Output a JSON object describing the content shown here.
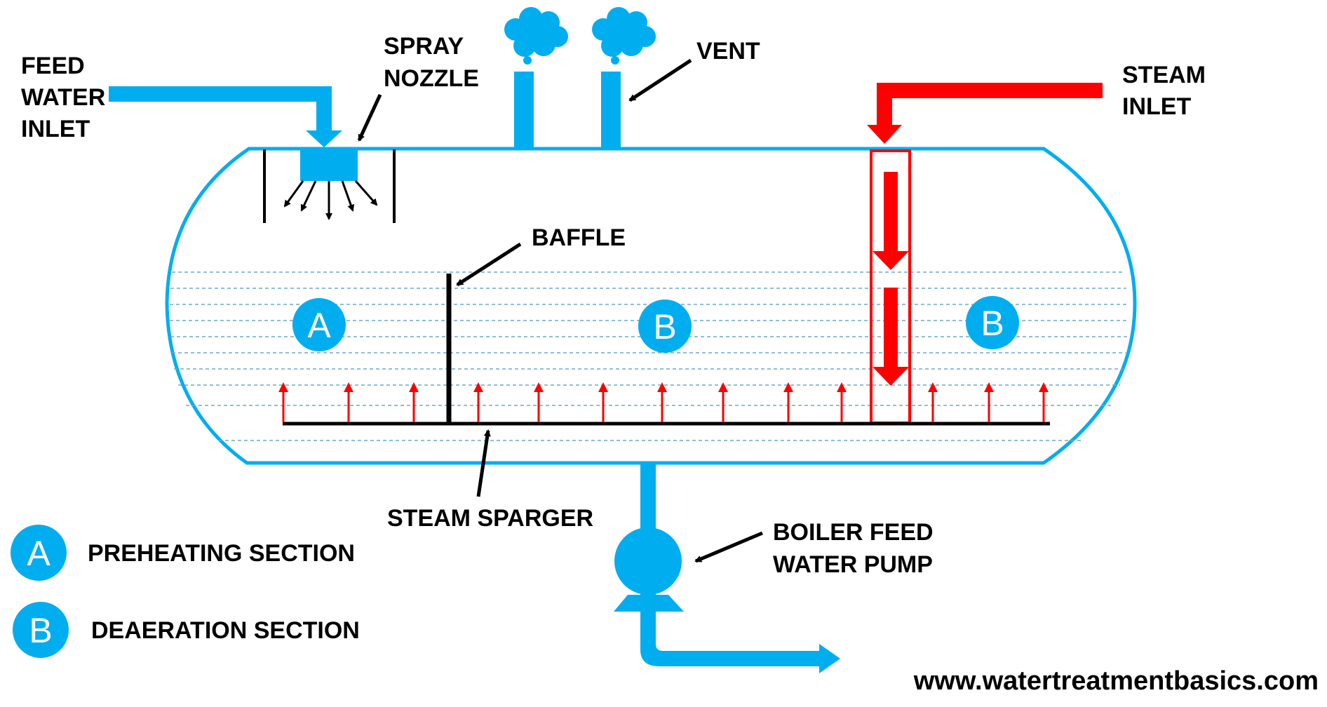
{
  "labels": {
    "feed_water_inlet": [
      "FEED",
      "WATER",
      "INLET"
    ],
    "spray_nozzle": [
      "SPRAY",
      "NOZZLE"
    ],
    "vent": "VENT",
    "steam_inlet": [
      "STEAM",
      "INLET"
    ],
    "baffle": "BAFFLE",
    "steam_sparger": "STEAM SPARGER",
    "boiler_feed_water_pump": [
      "BOILER FEED",
      "WATER PUMP"
    ]
  },
  "section_markers": [
    "A",
    "B",
    "B"
  ],
  "legend": [
    {
      "letter": "A",
      "text": "PREHEATING SECTION"
    },
    {
      "letter": "B",
      "text": "DEAERATION SECTION"
    }
  ],
  "website": "www.watertreatmentbasics.com",
  "colors": {
    "water_blue": "#00AEEF",
    "steam_red": "#FF0000",
    "line_black": "#000000",
    "water_level_dash": "#6FA8C8"
  }
}
